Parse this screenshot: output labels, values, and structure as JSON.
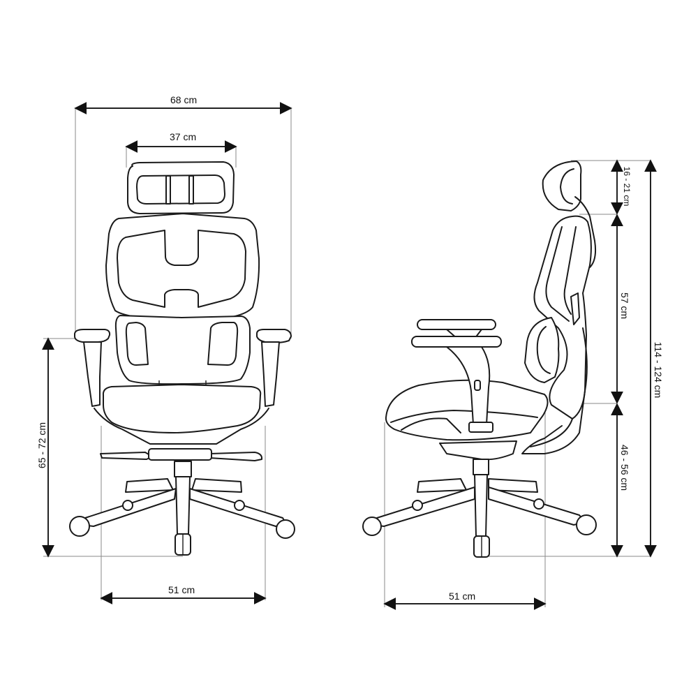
{
  "diagram": {
    "subject": "ergonomic office chair dimensions",
    "views": [
      "front-view",
      "side-view"
    ],
    "line_color": "#1a1a1a",
    "extension_line_color": "#8a8a8a",
    "background": "#ffffff"
  },
  "front_view": {
    "dimensions": {
      "overall_width": "68 cm",
      "headrest_width": "37 cm",
      "armrest_height": "65 - 72 cm",
      "seat_width": "51 cm"
    }
  },
  "side_view": {
    "dimensions": {
      "headrest_height": "16 - 21 cm",
      "backrest_height": "57 cm",
      "total_height": "114 - 124 cm",
      "seat_height": "46 - 56 cm",
      "seat_depth": "51 cm"
    }
  }
}
